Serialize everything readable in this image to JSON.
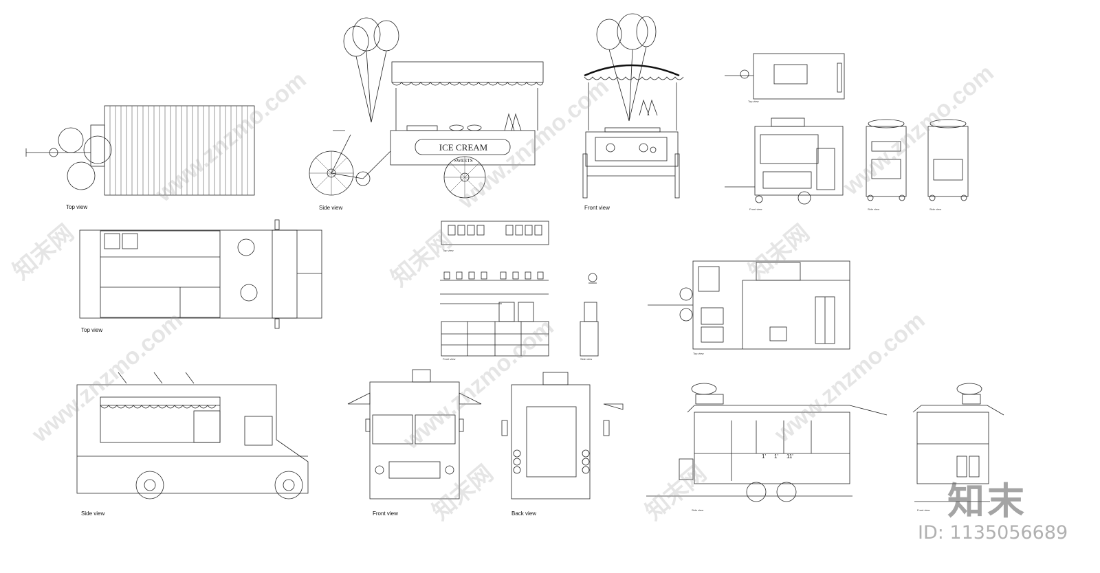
{
  "sheet": {
    "labels": {
      "top_view_1": "Top view",
      "side_view_1": "Side view",
      "front_view_1": "Front view",
      "top_view_2": "Top view",
      "side_view_2": "Side view",
      "front_view_2": "Front view",
      "back_view": "Back view",
      "tiny_top_view": "Top view",
      "tiny_front_view": "Front view",
      "tiny_side_view_a": "Side view",
      "tiny_side_view_b": "Side view",
      "tiny_top_view_b": "Top view",
      "tiny_side_view_c": "Side view",
      "tiny_front_view_b": "Front view",
      "tiny_top_view_c": "Top view",
      "tiny_front_view_c": "Front view",
      "tiny_side_view_d": "Side view"
    },
    "cart_text": {
      "sign_top": "ICE CREAM",
      "sign_bottom": "SWEETS"
    },
    "dimension_marks": [
      "1'",
      "1'",
      "11'"
    ],
    "watermark_text": "www.znzmo.com",
    "watermark_cn": "知末网",
    "brand": "知末",
    "id_text": "ID: 1135056689"
  }
}
